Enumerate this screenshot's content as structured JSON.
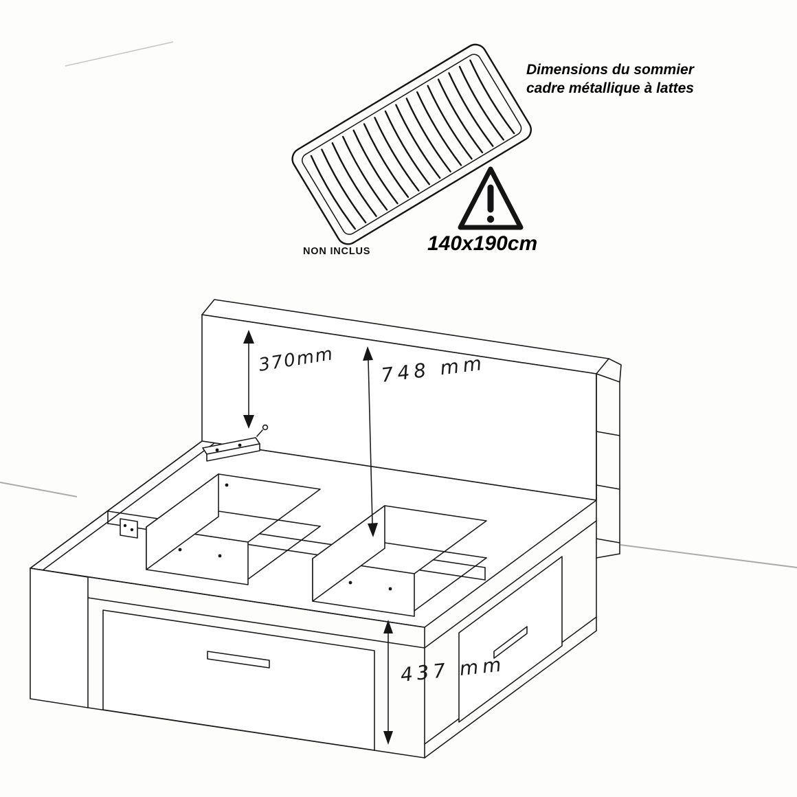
{
  "title": {
    "line1": "Dimensions du sommier",
    "line2": "cadre métallique à lattes"
  },
  "slatted_base": {
    "caption": "NON INCLUS",
    "size": "140x190cm"
  },
  "warning": {
    "icon": "warning-triangle"
  },
  "dimensions": {
    "support_height": "370mm",
    "headboard_height": "748 mm",
    "frame_height": "437 mm"
  },
  "colors": {
    "line": "#1c1c1c",
    "background": "#fdfdfc",
    "faint_line": "#ababab"
  }
}
